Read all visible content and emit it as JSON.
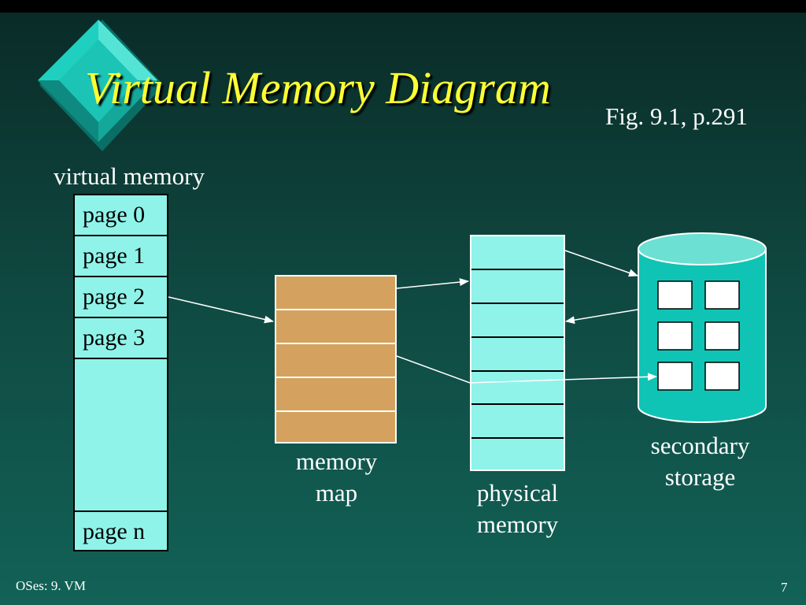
{
  "slide": {
    "title": "Virtual Memory Diagram",
    "figure_ref": "Fig. 9.1, p.291",
    "footer_left": "OSes: 9. VM",
    "page_number": "7"
  },
  "virtual_memory": {
    "label": "virtual memory",
    "pages": [
      "page 0",
      "page 1",
      "page 2",
      "page 3",
      "",
      "page n"
    ]
  },
  "memory_map": {
    "label_line1": "memory",
    "label_line2": "map"
  },
  "physical_memory": {
    "label_line1": "physical",
    "label_line2": "memory"
  },
  "secondary_storage": {
    "label_line1": "secondary",
    "label_line2": "storage"
  },
  "colors": {
    "title": "#ffff33",
    "virtual_memory_fill": "#8ff3e9",
    "memory_map_fill": "#d4a25e",
    "physical_memory_fill": "#8ff3e9",
    "storage_fill": "#0fc4b4",
    "arrow": "#ffffff"
  }
}
